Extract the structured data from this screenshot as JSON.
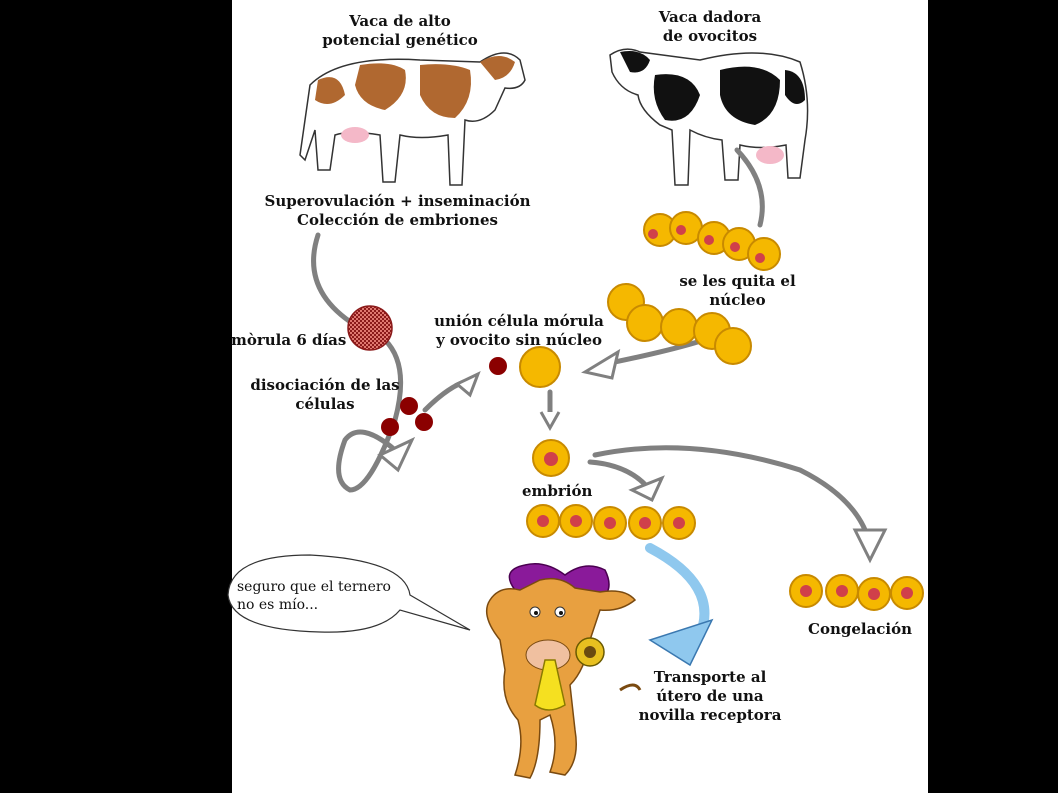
{
  "labels": {
    "donor_cow": "Vaca de alto\npotencial genético",
    "oocyte_cow": "Vaca dadora\nde ovocitos",
    "superovulation": "Superovulación + inseminación\nColección de embriones",
    "nucleus_removed": "se les quita el\nnúcleo",
    "fusion": "unión célula mórula\ny ovocito sin núcleo",
    "morula": "mòrula 6 días",
    "dissociation": "disociación de las\ncélulas",
    "embryo": "embrión",
    "freezing": "Congelación",
    "transport": "Transporte al\nútero de una\nnovilla receptora",
    "speech": "seguro que el ternero\nno es mío..."
  },
  "icons": {
    "donor_cow": "brown-white-cow-icon",
    "oocyte_cow": "black-white-cow-icon",
    "recipient_cow": "cartoon-cow-with-bell-icon"
  },
  "colors": {
    "cell_fill": "#f5b800",
    "cell_stroke": "#c88a00",
    "nucleus": "#d0404a",
    "dark_cell": "#8b0000",
    "morula": "#c0504d",
    "arrow": "#808080",
    "blue_arrow": "#8fc8ee",
    "donor_patch": "#b06830"
  }
}
